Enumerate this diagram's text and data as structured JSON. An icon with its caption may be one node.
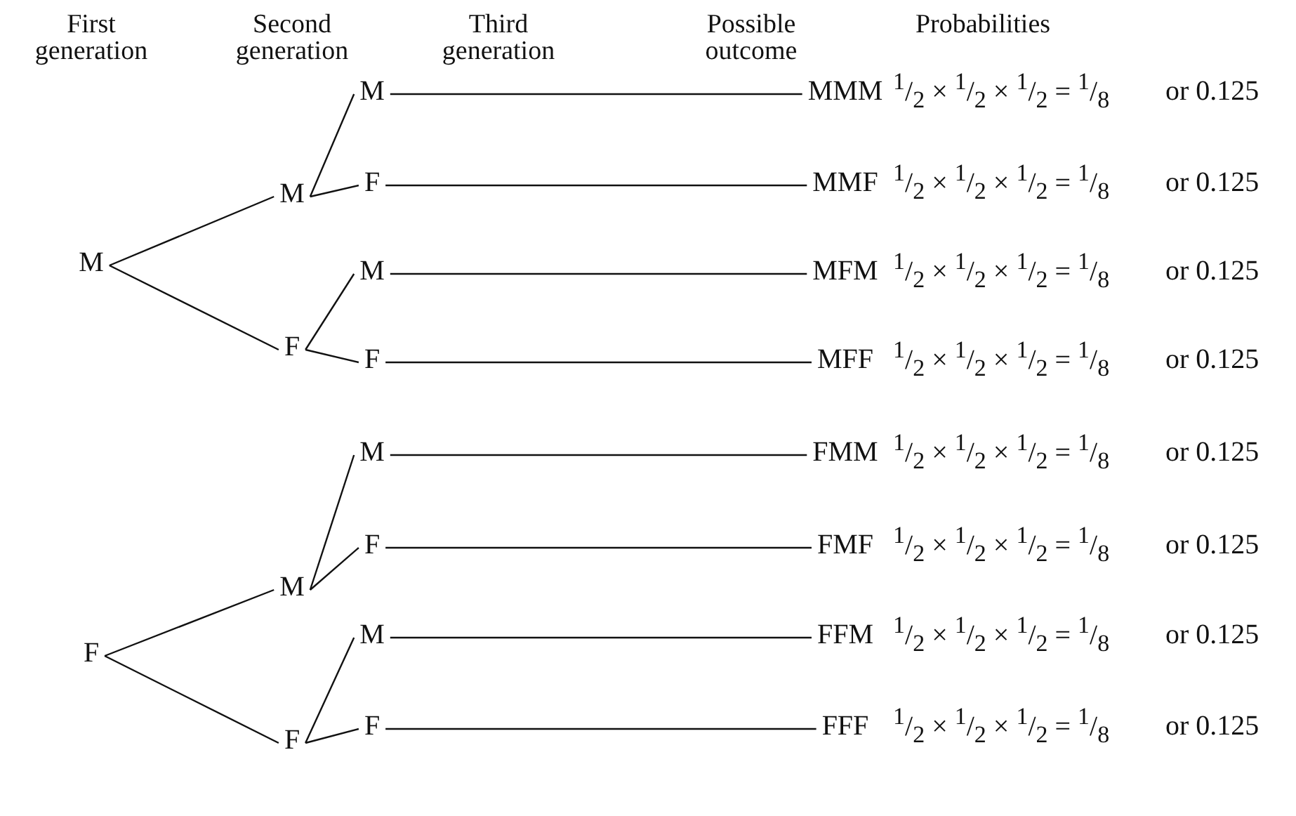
{
  "diagram": {
    "nodes": [
      {
        "text": [
          "M"
        ]
      },
      {
        "text": [
          "F"
        ]
      },
      {
        "text": [
          "M"
        ]
      },
      {
        "text": [
          "F"
        ]
      },
      {
        "text": [
          "M"
        ]
      },
      {
        "text": [
          "F"
        ]
      },
      {
        "text": [
          "M"
        ]
      },
      {
        "text": [
          "F"
        ]
      },
      {
        "text": [
          "M"
        ]
      },
      {
        "text": [
          "F"
        ]
      },
      {
        "text": [
          "M"
        ]
      },
      {
        "text": [
          "F"
        ]
      },
      {
        "text": [
          "M"
        ]
      },
      {
        "text": [
          "F"
        ]
      },
      {
        "text": [
          "MMM"
        ]
      },
      {
        "text": [
          "MMF"
        ]
      },
      {
        "text": [
          "MFM"
        ]
      },
      {
        "text": [
          "MFF"
        ]
      },
      {
        "text": [
          "FMM"
        ]
      },
      {
        "text": [
          "FMF"
        ]
      },
      {
        "text": [
          "FFM"
        ]
      },
      {
        "text": [
          "FFF"
        ]
      }
    ],
    "edges": [
      {
        "from": 0,
        "to": 2,
        "arrow": "none"
      },
      {
        "from": 0,
        "to": 3,
        "arrow": "none"
      },
      {
        "from": 1,
        "to": 4,
        "arrow": "none"
      },
      {
        "from": 1,
        "to": 5,
        "arrow": "none"
      },
      {
        "from": 2,
        "to": 6,
        "arrow": "none"
      },
      {
        "from": 2,
        "to": 7,
        "arrow": "none"
      },
      {
        "from": 3,
        "to": 8,
        "arrow": "none"
      },
      {
        "from": 3,
        "to": 9,
        "arrow": "none"
      },
      {
        "from": 4,
        "to": 10,
        "arrow": "none"
      },
      {
        "from": 4,
        "to": 11,
        "arrow": "none"
      },
      {
        "from": 5,
        "to": 12,
        "arrow": "none"
      },
      {
        "from": 5,
        "to": 13,
        "arrow": "none"
      },
      {
        "from": 6,
        "to": 14,
        "arrow": "none"
      },
      {
        "from": 7,
        "to": 15,
        "arrow": "none"
      },
      {
        "from": 8,
        "to": 16,
        "arrow": "none"
      },
      {
        "from": 9,
        "to": 17,
        "arrow": "none"
      },
      {
        "from": 10,
        "to": 18,
        "arrow": "none"
      },
      {
        "from": 11,
        "to": 19,
        "arrow": "none"
      },
      {
        "from": 12,
        "to": 20,
        "arrow": "none"
      },
      {
        "from": 13,
        "to": 21,
        "arrow": "none"
      }
    ],
    "labels": [
      "First generation",
      "Second generation",
      "Third generation",
      "Possible outcome",
      "Probabilities",
      "$^{1}$/$_{2}$ × $^{1}$/$_{2}$ × $^{1}$/$_{2}$ = $^{1}$/$_{8}$",
      "or 0.125",
      "$^{1}$/$_{2}$ × $^{1}$/$_{2}$ × $^{1}$/$_{2}$ = $^{1}$/$_{8}$",
      "or 0.125",
      "$^{1}$/$_{2}$ × $^{1}$/$_{2}$ × $^{1}$/$_{2}$ = $^{1}$/$_{8}$",
      "or 0.125",
      "$^{1}$/$_{2}$ × $^{1}$/$_{2}$ × $^{1}$/$_{2}$ = $^{1}$/$_{8}$",
      "or 0.125",
      "$^{1}$/$_{2}$ × $^{1}$/$_{2}$ × $^{1}$/$_{2}$ = $^{1}$/$_{8}$",
      "or 0.125",
      "$^{1}$/$_{2}$ × $^{1}$/$_{2}$ × $^{1}$/$_{2}$ = $^{1}$/$_{8}$",
      "or 0.125",
      "$^{1}$/$_{2}$ × $^{1}$/$_{2}$ × $^{1}$/$_{2}$ = $^{1}$/$_{8}$",
      "or 0.125",
      "$^{1}$/$_{2}$ × $^{1}$/$_{2}$ × $^{1}$/$_{2}$ = $^{1}$/$_{8}$",
      "or 0.125"
    ]
  }
}
